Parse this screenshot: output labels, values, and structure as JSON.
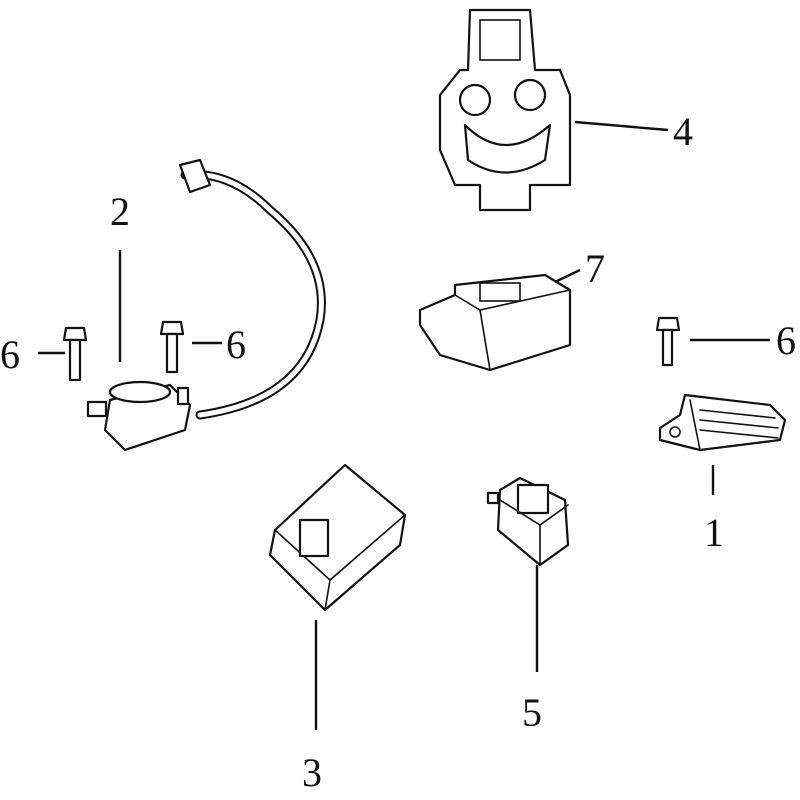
{
  "diagram": {
    "callouts": [
      {
        "id": "regulator",
        "label": "1"
      },
      {
        "id": "ignition-coil",
        "label": "2"
      },
      {
        "id": "cdi-unit",
        "label": "3"
      },
      {
        "id": "starter-relay",
        "label": "4"
      },
      {
        "id": "flasher-relay",
        "label": "5"
      },
      {
        "id": "bolt-left",
        "label": "6"
      },
      {
        "id": "bolt-middle",
        "label": "6"
      },
      {
        "id": "bolt-right",
        "label": "6"
      },
      {
        "id": "relay-7",
        "label": "7"
      }
    ]
  }
}
